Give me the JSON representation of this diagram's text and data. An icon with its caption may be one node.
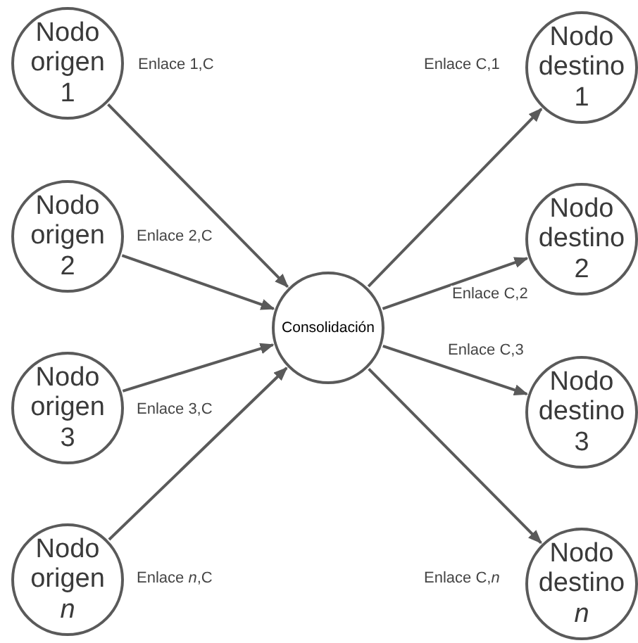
{
  "diagram": {
    "nodes": [
      {
        "text": [
          "Nodo origen 1"
        ]
      },
      {
        "text": [
          "Nodo origen 2"
        ]
      },
      {
        "text": [
          "Nodo origen 3"
        ]
      },
      {
        "text": [
          "Nodo origen *n*"
        ]
      },
      {
        "text": [
          "Consolidación"
        ]
      },
      {
        "text": [
          "Nodo destino 1"
        ]
      },
      {
        "text": [
          "Nodo destino 2"
        ]
      },
      {
        "text": [
          "Nodo destino 3"
        ]
      },
      {
        "text": [
          "Nodo destino *n*"
        ]
      }
    ],
    "edges": [
      {
        "from": 0,
        "to": 4,
        "arrow": "to",
        "label": "Enlace 1,C"
      },
      {
        "from": 1,
        "to": 4,
        "arrow": "to",
        "label": "Enlace 2,C"
      },
      {
        "from": 2,
        "to": 4,
        "arrow": "to",
        "label": "Enlace 3,C"
      },
      {
        "from": 3,
        "to": 4,
        "arrow": "to",
        "label": "Enlace *n*,C"
      },
      {
        "from": 4,
        "to": 5,
        "arrow": "to",
        "label": "Enlace C,1"
      },
      {
        "from": 4,
        "to": 6,
        "arrow": "to",
        "label": "Enlace C,2"
      },
      {
        "from": 4,
        "to": 7,
        "arrow": "to",
        "label": "Enlace C,3"
      },
      {
        "from": 4,
        "to": 8,
        "arrow": "to",
        "label": "Enlace C,*n*"
      }
    ]
  }
}
